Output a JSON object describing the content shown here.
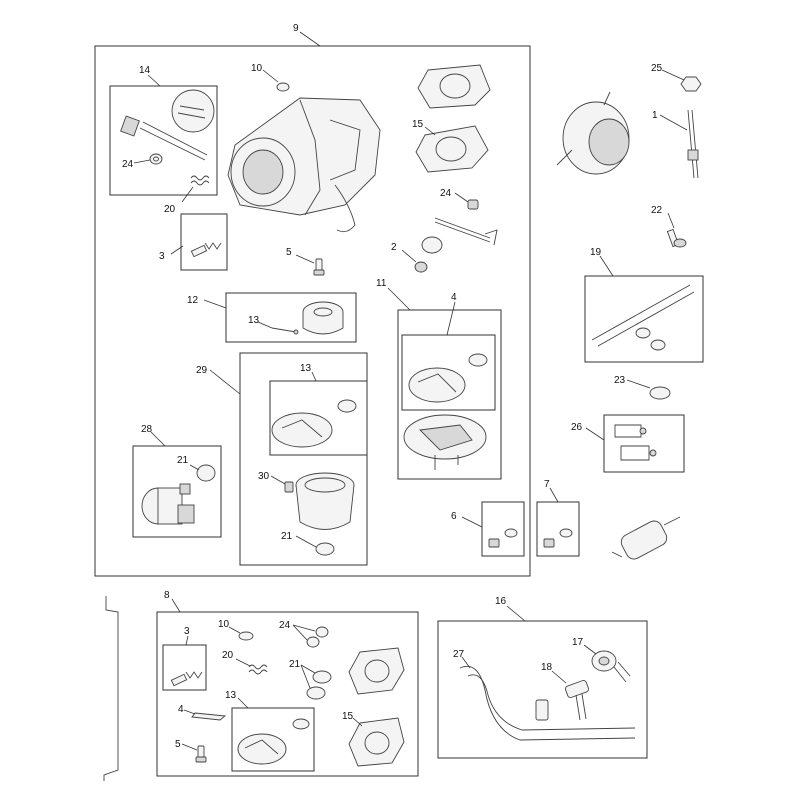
{
  "callouts": [
    {
      "id": "c9",
      "text": "9"
    },
    {
      "id": "c14",
      "text": "14"
    },
    {
      "id": "c10",
      "text": "10"
    },
    {
      "id": "c15",
      "text": "15"
    },
    {
      "id": "c24a",
      "text": "24"
    },
    {
      "id": "c20a",
      "text": "20"
    },
    {
      "id": "c24b",
      "text": "24"
    },
    {
      "id": "c3a",
      "text": "3"
    },
    {
      "id": "c5a",
      "text": "5"
    },
    {
      "id": "c2",
      "text": "2"
    },
    {
      "id": "c12",
      "text": "12"
    },
    {
      "id": "c13a",
      "text": "13"
    },
    {
      "id": "c11",
      "text": "11"
    },
    {
      "id": "c4a",
      "text": "4"
    },
    {
      "id": "c29",
      "text": "29"
    },
    {
      "id": "c13b",
      "text": "13"
    },
    {
      "id": "c28",
      "text": "28"
    },
    {
      "id": "c21a",
      "text": "21"
    },
    {
      "id": "c30",
      "text": "30"
    },
    {
      "id": "c21b",
      "text": "21"
    },
    {
      "id": "c6",
      "text": "6"
    },
    {
      "id": "c7",
      "text": "7"
    },
    {
      "id": "c25",
      "text": "25"
    },
    {
      "id": "c1",
      "text": "1"
    },
    {
      "id": "c22",
      "text": "22"
    },
    {
      "id": "c19",
      "text": "19"
    },
    {
      "id": "c23",
      "text": "23"
    },
    {
      "id": "c26",
      "text": "26"
    },
    {
      "id": "c8",
      "text": "8"
    },
    {
      "id": "c3b",
      "text": "3"
    },
    {
      "id": "c10b",
      "text": "10"
    },
    {
      "id": "c24c",
      "text": "24"
    },
    {
      "id": "c20b",
      "text": "20"
    },
    {
      "id": "c21c",
      "text": "21"
    },
    {
      "id": "c4b",
      "text": "4"
    },
    {
      "id": "c13c",
      "text": "13"
    },
    {
      "id": "c15b",
      "text": "15"
    },
    {
      "id": "c5b",
      "text": "5"
    },
    {
      "id": "c16",
      "text": "16"
    },
    {
      "id": "c17",
      "text": "17"
    },
    {
      "id": "c27",
      "text": "27"
    },
    {
      "id": "c18",
      "text": "18"
    }
  ]
}
